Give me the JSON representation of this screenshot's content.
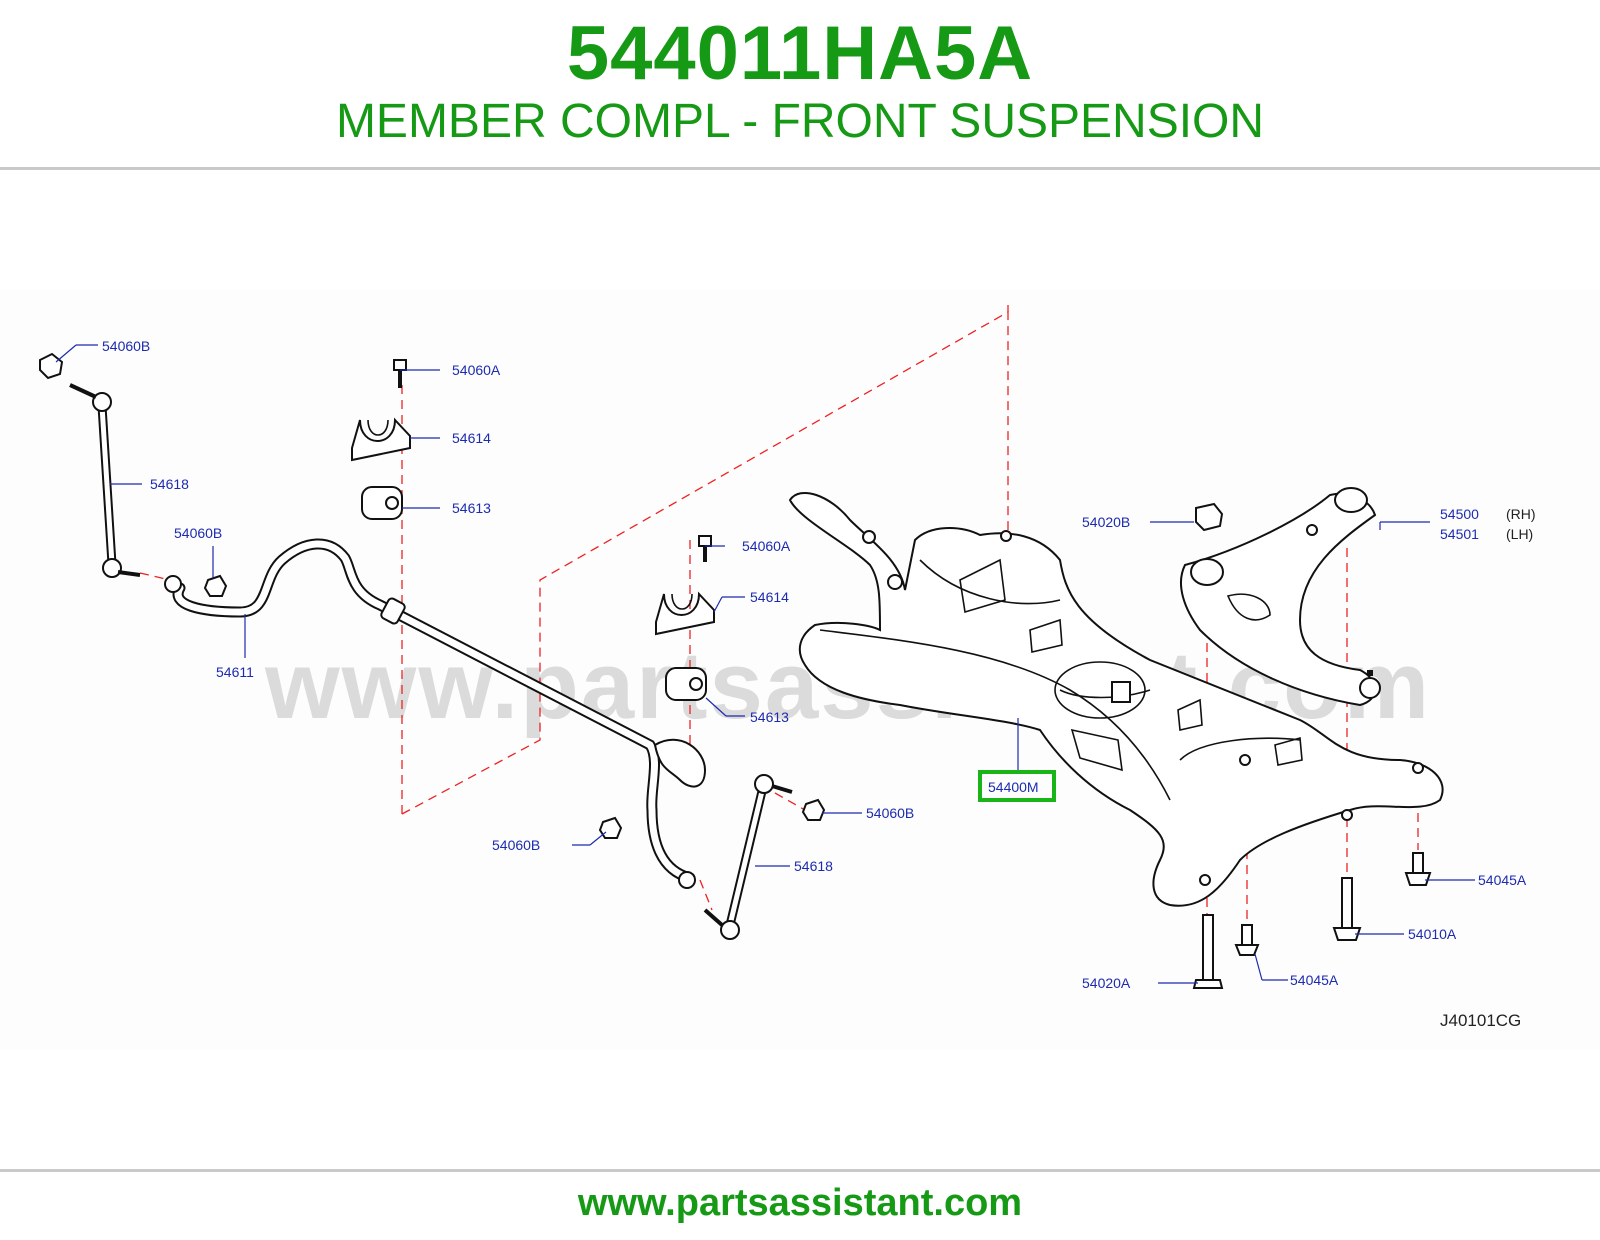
{
  "header": {
    "part_number": "544011HA5A",
    "title": "MEMBER COMPL - FRONT SUSPENSION"
  },
  "diagram": {
    "watermark": "www.partsassistant.com",
    "drawing_code": "J40101CG",
    "highlighted_callout": "54400M",
    "callouts": {
      "c_54060B_top": "54060B",
      "c_54060A_top": "54060A",
      "c_54614_top": "54614",
      "c_54618_left": "54618",
      "c_54613_top": "54613",
      "c_54060B_left": "54060B",
      "c_54611": "54611",
      "c_54060A_mid": "54060A",
      "c_54614_mid": "54614",
      "c_54613_mid": "54613",
      "c_54400M": "54400M",
      "c_54060B_right": "54060B",
      "c_54060B_bottom": "54060B",
      "c_54618_right": "54618",
      "c_54020B": "54020B",
      "c_54500": "54500",
      "c_54500_side": "(RH)",
      "c_54501": "54501",
      "c_54501_side": "(LH)",
      "c_54045A_right": "54045A",
      "c_54010A": "54010A",
      "c_54045A_bottom": "54045A",
      "c_54020A": "54020A"
    },
    "colors": {
      "brand_green": "#169a16",
      "callout_blue": "#1d2bb0",
      "dashed_red": "#e22222",
      "highlight_green": "#18b418"
    }
  },
  "footer": {
    "url": "www.partsassistant.com"
  }
}
